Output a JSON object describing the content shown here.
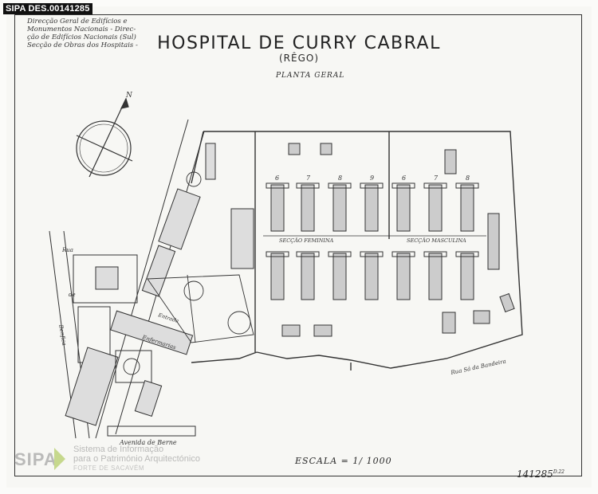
{
  "id_tag": "SIPA DES.00141285",
  "header_note": {
    "line1": "Direcção Geral de Edifícios e",
    "line2": "Monumentos Nacionais - Direc-",
    "line3": "ção de Edifícios Nacionais (Sul)",
    "line4": "Secção de Obras dos Hospitais -"
  },
  "title": "HOSPITAL DE CURRY CABRAL",
  "subtitle": "(RÊGO)",
  "plan_title": "PLANTA GERAL",
  "labels": {
    "secao_feminina": "SECÇÃO FEMININA",
    "secao_masculina": "SECÇÃO MASCULINA",
    "enfermaria": "Enfermarias",
    "rua_left": "Rua",
    "rua_de": "de",
    "rua_benfica": "Benfica",
    "avenida_berne": "Avenida de Berne",
    "rua_bandeira": "Rua Sá da Bandeira",
    "entrada": "Entrada",
    "north": "N"
  },
  "pavilion_numbers": [
    "6",
    "7",
    "8",
    "9",
    "6",
    "7",
    "8"
  ],
  "scale": "ESCALA = 1/ 1000",
  "archive_number": "141285",
  "archive_sup": "D.22",
  "watermark": {
    "logo": "SIPA",
    "line1": "Sistema de Informação",
    "line2": "para o Património Arquitectónico",
    "line3": "FORTE DE SACAVÉM"
  }
}
